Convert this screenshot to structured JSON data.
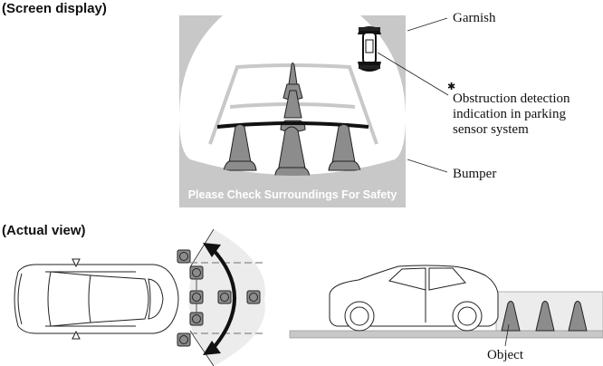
{
  "headings": {
    "screen_display": "(Screen display)",
    "actual_view": "(Actual view)"
  },
  "screen": {
    "message": "Please Check Surroundings For Safety"
  },
  "callouts": {
    "garnish": "Garnish",
    "asterisk": "✱",
    "obstruction_line1": "Obstruction detection",
    "obstruction_line2": "indication in parking",
    "obstruction_line3": "sensor system",
    "bumper": "Bumper",
    "object": "Object"
  },
  "colors": {
    "frame_gray": "#c8c8c8",
    "cone_gray": "#8c8c8c",
    "guide_line_gray": "#c8c8c8",
    "dark_line": "#222222",
    "ground_gray": "#c8c8c8",
    "detection_zone": "#ececec"
  }
}
